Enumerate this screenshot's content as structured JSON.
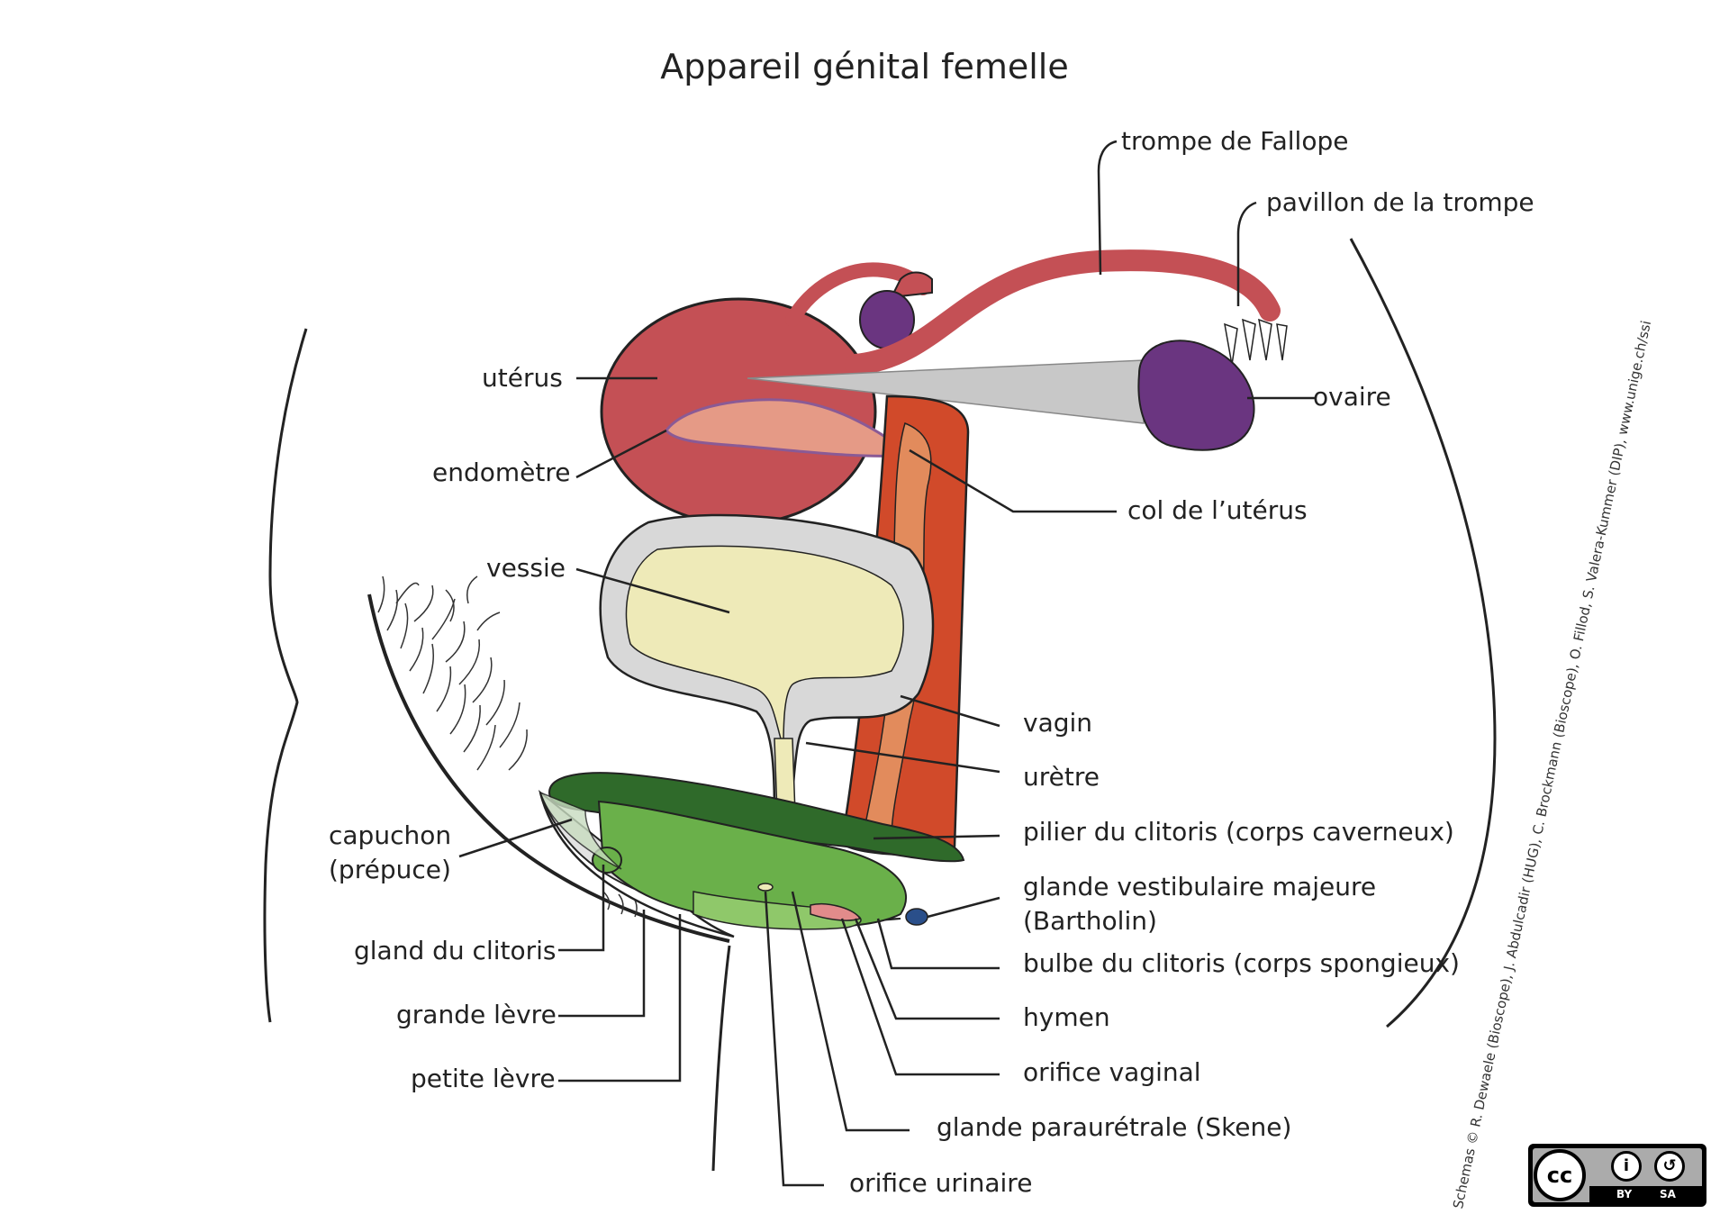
{
  "title": "Appareil génital femelle",
  "labels": {
    "trompe": "trompe de Fallope",
    "pavillon": "pavillon de la trompe",
    "uterus": "utérus",
    "ovaire": "ovaire",
    "endometre": "endomètre",
    "col": "col de l’utérus",
    "vessie": "vessie",
    "vagin": "vagin",
    "uretre": "urètre",
    "pilier": "pilier du clitoris (corps caverneux)",
    "capuchon1": "capuchon",
    "capuchon2": "(prépuce)",
    "glande_vest1": "glande vestibulaire majeure",
    "glande_vest2": "(Bartholin)",
    "gland": "gland du clitoris",
    "bulbe": "bulbe du clitoris (corps spongieux)",
    "grande": "grande lèvre",
    "hymen": "hymen",
    "petite": "petite lèvre",
    "orifice_vag": "orifice vaginal",
    "skene": "glande paraurétrale (Skene)",
    "orifice_uri": "orifice urinaire"
  },
  "credit": "Schemas © R. Dewaele (Bioscope), J. Abdulcadir (HUG), C. Brockmann (Bioscope), O. Fillod, S. Valera-Kummer (DIP), www.unige.ch/ssi",
  "license": {
    "by": "BY",
    "sa": "SA",
    "cc": "cc"
  },
  "colors": {
    "uterus": "#c45055",
    "ovary": "#6a3580",
    "vagina": "#d14a2a",
    "vagina_inner": "#e28b5c",
    "bladder": "#d8d8d8",
    "bladder_fill": "#eeeab8",
    "clitoris_dark": "#2f6a2a",
    "clitoris_light": "#6ab04a"
  }
}
